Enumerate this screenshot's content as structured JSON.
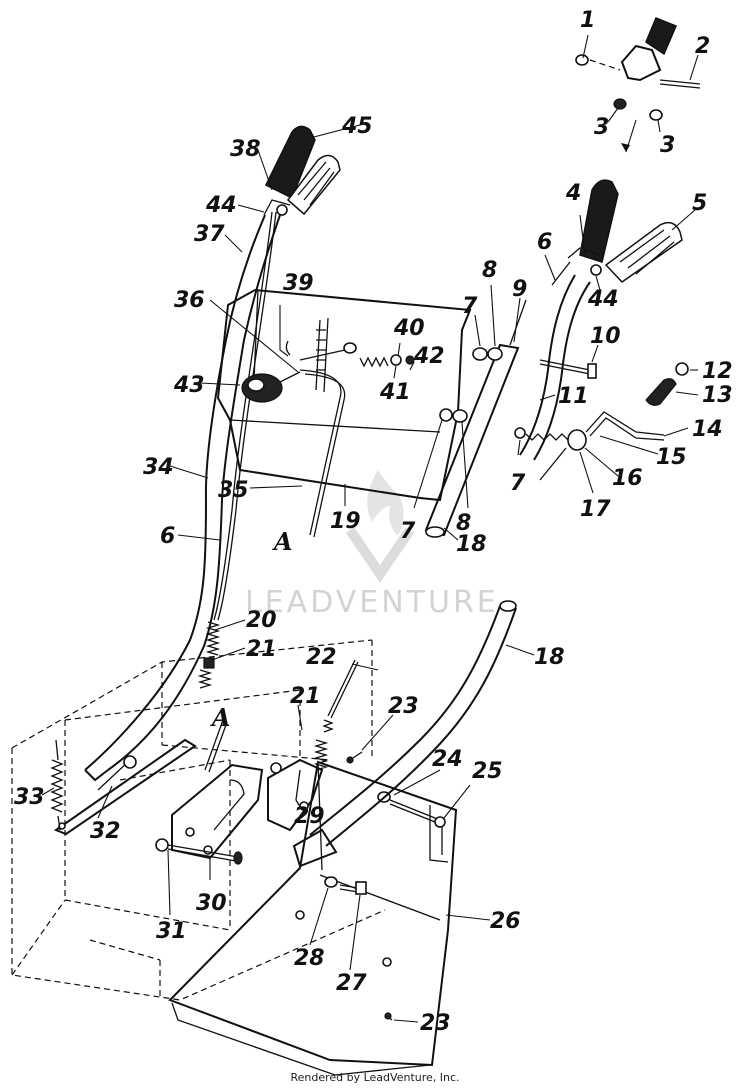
{
  "watermark": "LEADVENTURE",
  "footer": "Rendered by LeadVenture, Inc.",
  "callouts": {
    "c1": "1",
    "c2": "2",
    "c3a": "3",
    "c3b": "3",
    "c4": "4",
    "c5": "5",
    "c6a": "6",
    "c6b": "6",
    "c7a": "7",
    "c7b": "7",
    "c7c": "7",
    "c8a": "8",
    "c8b": "8",
    "c9": "9",
    "c10": "10",
    "c11": "11",
    "c12": "12",
    "c13": "13",
    "c14": "14",
    "c15": "15",
    "c16": "16",
    "c17": "17",
    "c18a": "18",
    "c18b": "18",
    "c19": "19",
    "c20": "20",
    "c21a": "21",
    "c21b": "21",
    "c22": "22",
    "c23a": "23",
    "c23b": "23",
    "c24": "24",
    "c25": "25",
    "c26": "26",
    "c27": "27",
    "c28": "28",
    "c29": "29",
    "c30": "30",
    "c31": "31",
    "c32": "32",
    "c33": "33",
    "c34": "34",
    "c35": "35",
    "c36": "36",
    "c37": "37",
    "c38": "38",
    "c39": "39",
    "c40": "40",
    "c41": "41",
    "c42": "42",
    "c43": "43",
    "c44a": "44",
    "c44b": "44",
    "c45": "45",
    "refA1": "A",
    "refA2": "A"
  }
}
